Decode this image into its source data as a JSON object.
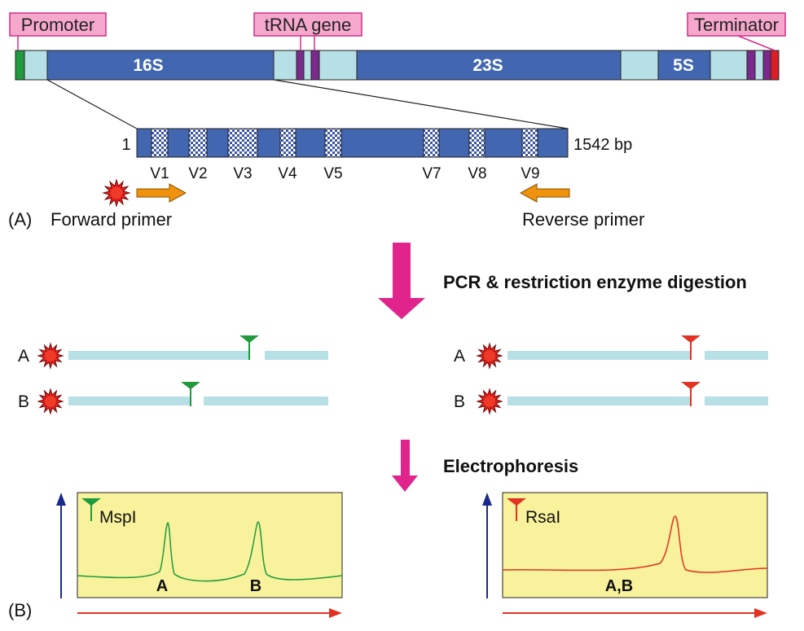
{
  "operon": {
    "promoter_label": "Promoter",
    "trna_label": "tRNA gene",
    "terminator_label": "Terminator",
    "segments": [
      "16S",
      "23S",
      "5S"
    ]
  },
  "gene16s": {
    "start": "1",
    "end": "1542 bp",
    "regions": [
      "V1",
      "V2",
      "V3",
      "V4",
      "V5",
      "V7",
      "V8",
      "V9"
    ]
  },
  "panel_a": {
    "label": "(A)",
    "forward_primer": "Forward primer",
    "reverse_primer": "Reverse primer"
  },
  "steps": {
    "pcr": "PCR & restriction enzyme digestion",
    "electrophoresis": "Electrophoresis"
  },
  "fragments": {
    "left": {
      "row_a": "A",
      "row_b": "B"
    },
    "right": {
      "row_a": "A",
      "row_b": "B"
    }
  },
  "panel_b": {
    "label": "(B)",
    "left_plot": {
      "enzyme": "MspI",
      "peak1": "A",
      "peak2": "B"
    },
    "right_plot": {
      "enzyme": "RsaI",
      "peak": "A,B"
    }
  },
  "colors": {
    "gene_blue": "#4266b0",
    "spacer": "#b6e0e6",
    "label_box": "#f5a8cc",
    "arrow_magenta": "#e0248c",
    "primer_orange": "#f0920c",
    "mspi_green": "#1f9a3c",
    "rsai_red": "#e23222",
    "plot_bg": "#f8f29c"
  }
}
